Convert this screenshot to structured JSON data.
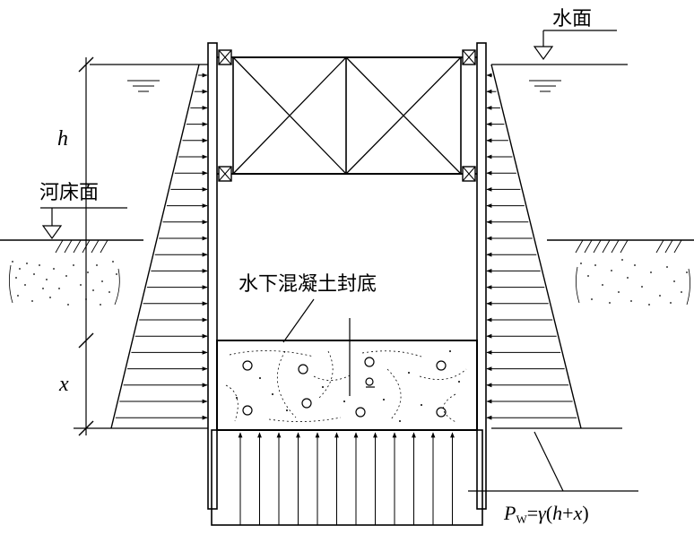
{
  "labels": {
    "water_surface": "水面",
    "riverbed_surface": "河床面",
    "underwater_concrete_seal": "水下混凝土封底",
    "depth_h": "h",
    "depth_x": "x"
  },
  "formula": {
    "P": "P",
    "sub_w": "W",
    "eq": "=",
    "gamma": "γ",
    "open": "(",
    "h": "h",
    "plus": "+",
    "x": "x",
    "close": ")"
  }
}
